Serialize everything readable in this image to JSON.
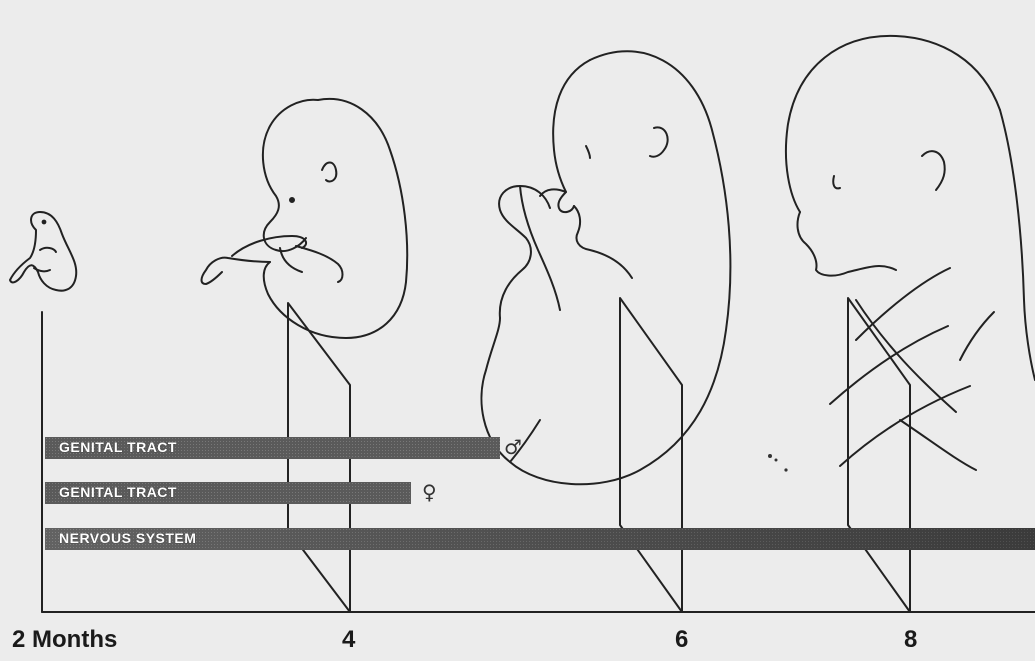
{
  "months": {
    "m2": "2  Months",
    "m4": "4",
    "m6": "6",
    "m8": "8"
  },
  "bars": [
    {
      "label": "GENITAL TRACT",
      "symbol": "♂"
    },
    {
      "label": "GENITAL TRACT",
      "symbol": "♀"
    },
    {
      "label": "NERVOUS SYSTEM"
    }
  ],
  "colors": {
    "background": "#ececec",
    "line": "#222222",
    "bar": "#5a5a5a"
  }
}
